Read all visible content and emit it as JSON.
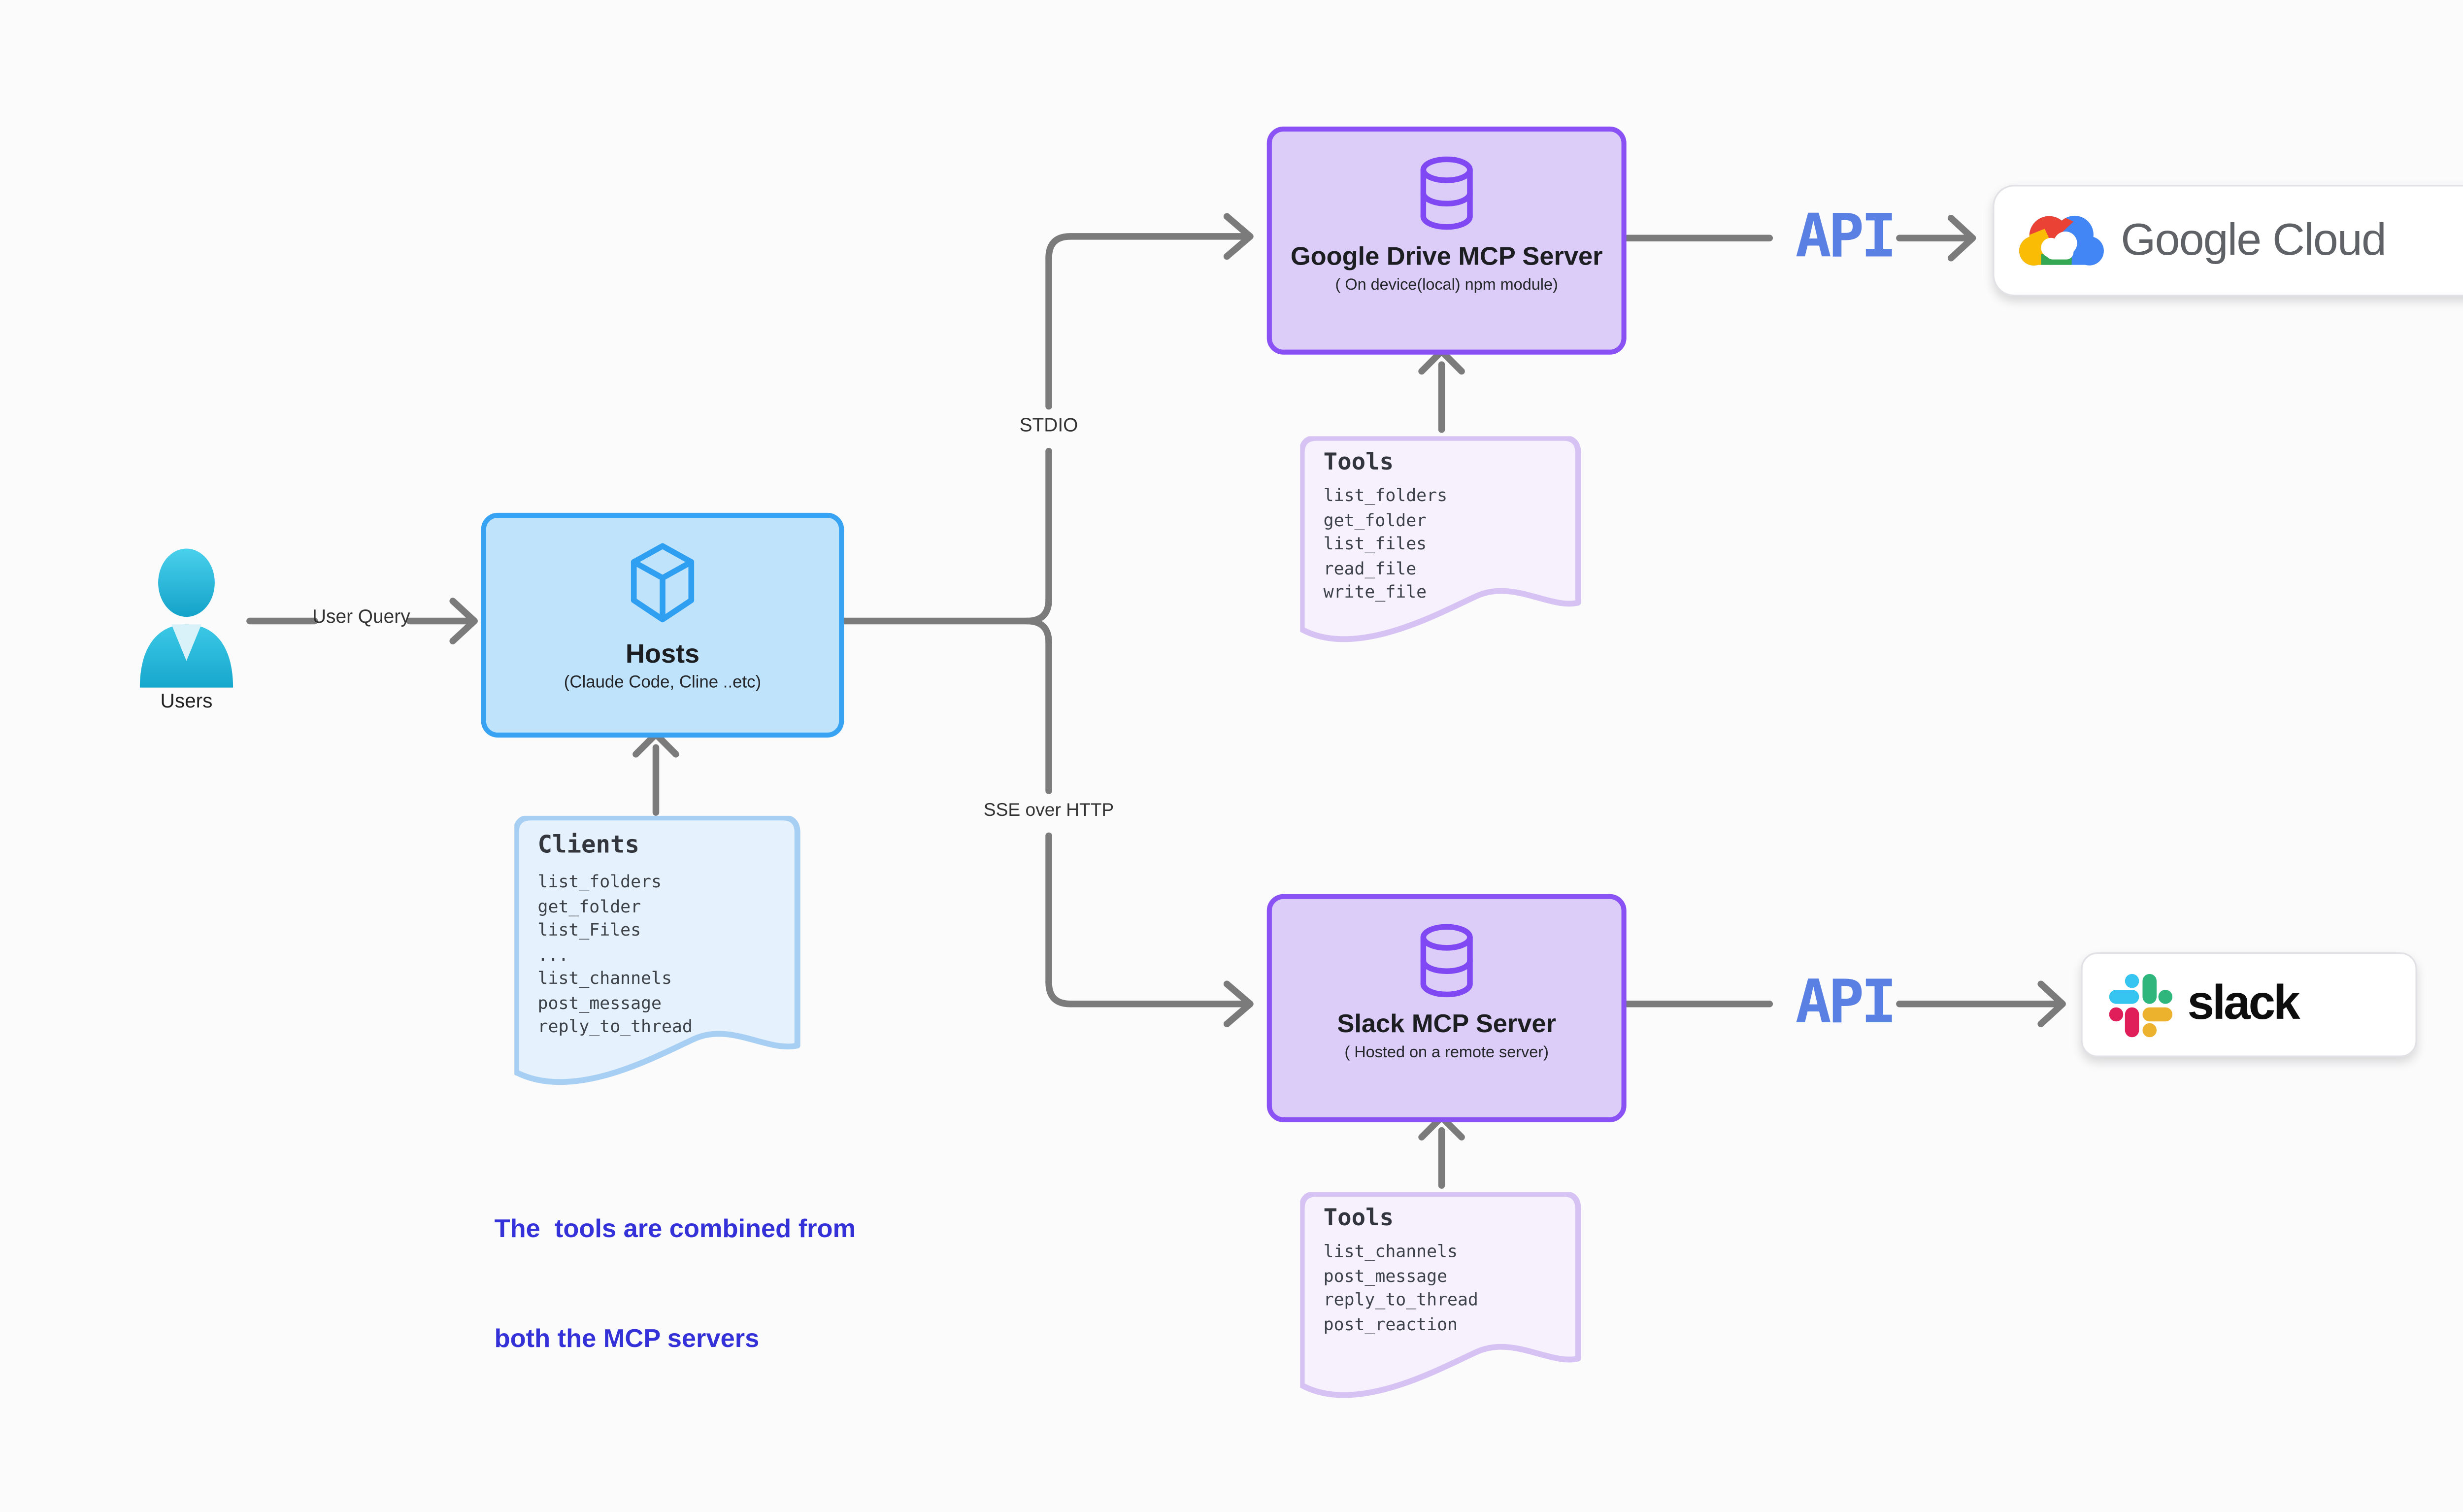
{
  "users": {
    "label": "Users"
  },
  "user_query_label": "User Query",
  "hosts": {
    "title": "Hosts",
    "subtitle": "(Claude Code, Cline ..etc)"
  },
  "clients_note": {
    "title": "Clients",
    "items": [
      "list_folders",
      "get_folder",
      "list_Files",
      "...",
      "list_channels",
      "post_message",
      "reply_to_thread"
    ]
  },
  "combined_note": {
    "line1": "The  tools are combined from",
    "line2": "both the MCP servers"
  },
  "transport_labels": {
    "stdio": "STDIO",
    "sse": "SSE over HTTP"
  },
  "gdrive_server": {
    "title": "Google Drive MCP Server",
    "subtitle": "( On device(local) npm module)"
  },
  "gdrive_tools": {
    "title": "Tools",
    "items": [
      "list_folders",
      "get_folder",
      "list_files",
      "read_file",
      "write_file"
    ]
  },
  "slack_server": {
    "title": "Slack MCP Server",
    "subtitle": "( Hosted on a remote server)"
  },
  "slack_tools": {
    "title": "Tools",
    "items": [
      "list_channels",
      "post_message",
      "reply_to_thread",
      "post_reaction"
    ]
  },
  "api_label_top": "API",
  "api_label_bottom": "API",
  "google_cloud_card": {
    "label": "Google Cloud"
  },
  "slack_card": {
    "label": "slack"
  },
  "colors": {
    "hosts_fill": "#bfe3fb",
    "hosts_border": "#38a3f3",
    "server_fill": "#dbcdf8",
    "server_border": "#8a52f4",
    "tools_note_fill": "#f6f1fd",
    "tools_note_border": "#d7c3f3",
    "clients_note_fill": "#e5f1fc",
    "clients_note_border": "#a7cef3",
    "connector_gray": "#7b7b7b",
    "api_blue": "#5b80e4",
    "note_blue_text": "#3431d9",
    "person_cyan": "#2cc4e4",
    "slack_blue": "#36C5F0",
    "slack_green": "#2EB67D",
    "slack_red": "#E01E5A",
    "slack_yellow": "#ECB22E",
    "google_red": "#EA4335",
    "google_blue": "#4285F4",
    "google_yellow": "#FBBC05",
    "google_green": "#34A853",
    "google_text_gray": "#5f6368"
  }
}
